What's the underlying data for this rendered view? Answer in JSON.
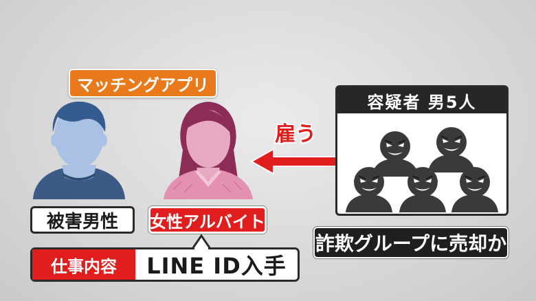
{
  "labels": {
    "app": "マッチングアプリ",
    "victim": "被害男性",
    "woman": "女性アルバイト",
    "job_title": "仕事内容",
    "job_value": "LINE ID入手",
    "suspects": "容疑者 男5人",
    "hire": "雇う",
    "fraud": "詐欺グループに売却か"
  },
  "icons": {
    "victim": "man-silhouette-icon",
    "woman": "woman-silhouette-icon",
    "arrow": "arrow-left-icon",
    "suspect": "evil-face-silhouette-icon"
  },
  "colors": {
    "orange": "#e87a1c",
    "red": "#e11d1d",
    "dark": "#262626",
    "man_blue": "#9db7de",
    "man_hair": "#345c8f",
    "woman_pink": "#e4a0bb",
    "woman_hair": "#8b2d57"
  }
}
